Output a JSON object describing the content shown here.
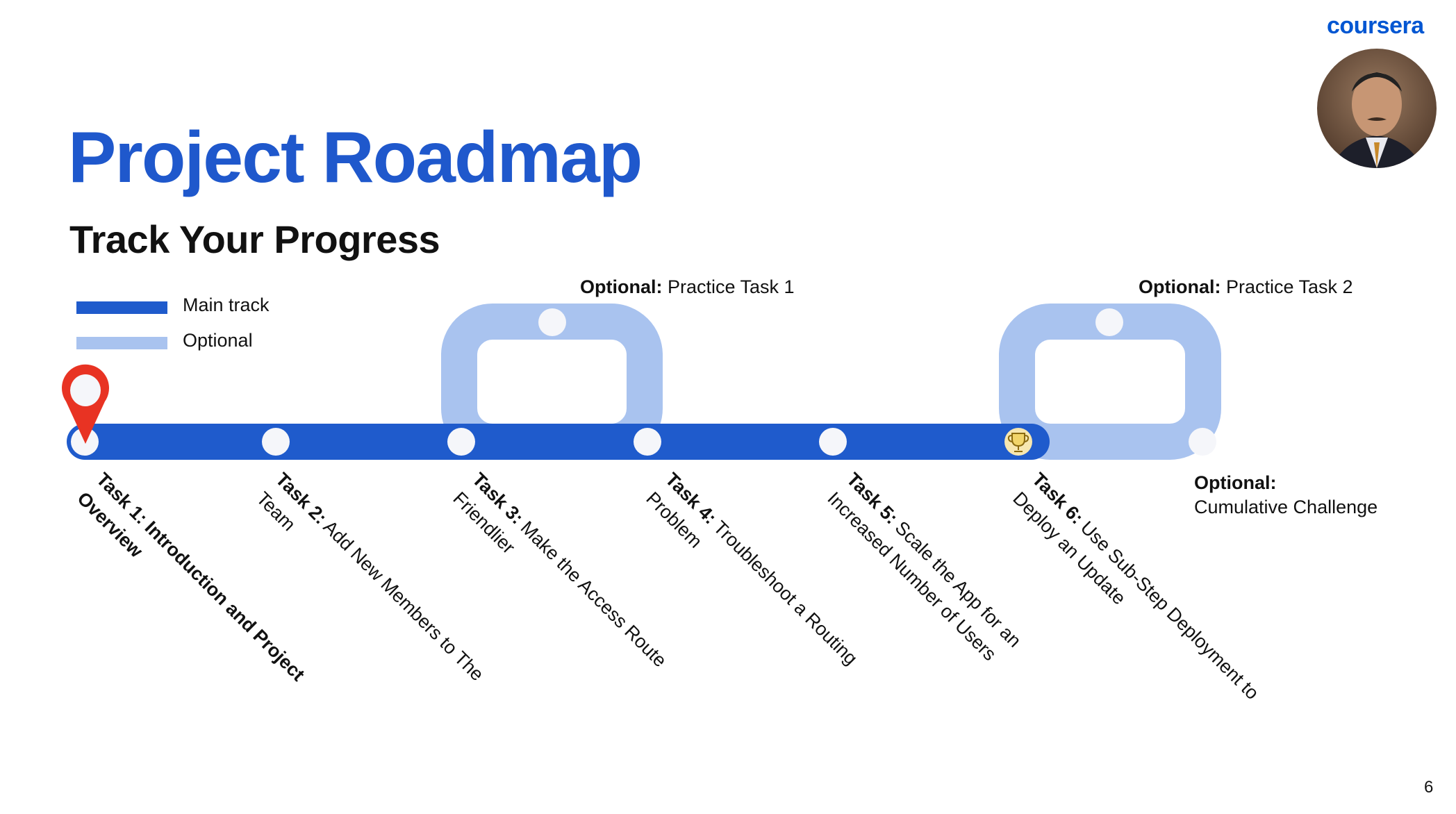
{
  "brand": {
    "logo_text": "coursera",
    "color": "#0056D2"
  },
  "slide": {
    "title": "Project Roadmap",
    "subtitle": "Track Your Progress",
    "page_number": "6"
  },
  "colors": {
    "main_track": "#1f5bcc",
    "optional_track": "#a9c3ef",
    "pin": "#e83323",
    "title": "#1f58cc"
  },
  "legend": [
    {
      "label": "Main track",
      "color": "#1f5bcc"
    },
    {
      "label": "Optional",
      "color": "#a9c3ef"
    }
  ],
  "optional_stops": [
    {
      "prefix": "Optional:",
      "text": " Practice Task 1"
    },
    {
      "prefix": "Optional:",
      "text": " Practice Task 2"
    },
    {
      "prefix": "Optional:",
      "text": "Cumulative Challenge"
    }
  ],
  "tasks": [
    {
      "prefix": "Task 1: Introduction and Project",
      "line1": "",
      "line2": "Overview",
      "bold_all": true,
      "current": true
    },
    {
      "prefix": "Task 2:",
      "line1": " Add New Members to The",
      "line2": "Team"
    },
    {
      "prefix": "Task 3:",
      "line1": " Make the Access Route",
      "line2": "Friendlier"
    },
    {
      "prefix": "Task 4:",
      "line1": " Troubleshoot a Routing",
      "line2": "Problem"
    },
    {
      "prefix": "Task 5:",
      "line1": " Scale the App for an",
      "line2": "Increased Number of Users"
    },
    {
      "prefix": "Task 6:",
      "line1": " Use Sub-Step Deployment to",
      "line2": "Deploy an Update"
    }
  ],
  "icons": {
    "pin": "map-pin-icon",
    "trophy": "trophy-icon"
  }
}
